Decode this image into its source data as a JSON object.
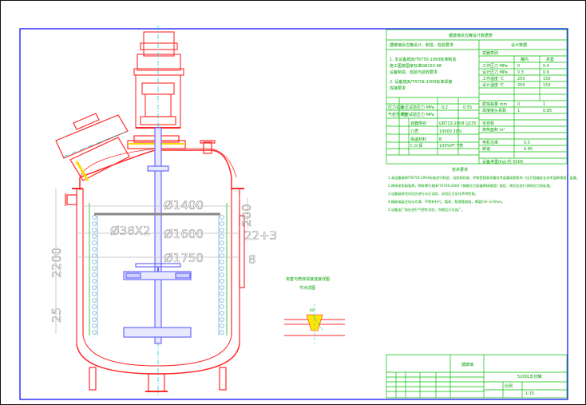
{
  "colors": {
    "frame": "#0000ff",
    "vessel": "#ff2a2a",
    "centerline": "#00cccc",
    "dimension": "#ffffff",
    "table_line": "#00bf00",
    "table_text": "#00a000",
    "agitator": "#6b6bff",
    "coil": "#6fa8dc"
  },
  "drawing": {
    "dimensions": {
      "d1400": "Ø1400",
      "d1600": "Ø1600",
      "d1750": "Ø1750",
      "d38x2": "Ø38X2",
      "h200": "200",
      "gap": "22+3",
      "wall": "8",
      "h2200": "2200",
      "h25": "25"
    },
    "detail_caption": "夹套与筒体焊接连接详图",
    "detail_label": "节点详图"
  },
  "table": {
    "title": "搪玻璃反应罐设计数据表",
    "spec_line": "搪玻璃反应罐设计、制造、检验要求",
    "spec_items": [
      "1. 本设备按JB/T6750-1993标准制造",
      "   施工图按国家标准GB150-98",
      "   设备制造、检验与验收要求",
      "2. 设备按JB/T4709-2000标准焊接",
      "   焊接要求"
    ],
    "design_data_header": "设计数据",
    "col_headers": [
      "容器类别",
      "罐内",
      "夹套"
    ],
    "rows": [
      {
        "label": "工作压力  MPa",
        "a": "0",
        "b": "0.4"
      },
      {
        "label": "设计压力  MPa",
        "a": "0.3",
        "b": "0.6"
      },
      {
        "label": "工作温度  ℃",
        "a": "250",
        "b": "150"
      },
      {
        "label": "设计温度  ℃",
        "a": "250",
        "b": "150"
      },
      {
        "label": "腐蚀裕量  mm",
        "a": "0",
        "b": "1"
      },
      {
        "label": "焊接接头系数",
        "a": "1",
        "b": "0.85"
      }
    ],
    "left_rows": [
      {
        "label": "压力试验",
        "value": "水压试验压力  MPa",
        "a": "0.2",
        "b": "0.55"
      },
      {
        "label": "气密性试验",
        "value": "气密试验压力  MPa",
        "a": "",
        "b": ""
      }
    ],
    "material_rows": [
      {
        "k": "容器类别",
        "v": "GB713-2008  Q235"
      },
      {
        "k": "介质",
        "v": "10000     20%"
      },
      {
        "k": "保温材料",
        "v": "B"
      },
      {
        "k": "C.O.保",
        "v": "100%PT  T类"
      }
    ],
    "right_extra": [
      {
        "k": "全容积",
        "v": ""
      },
      {
        "k": "换热面积 m²",
        "v": ""
      },
      {
        "k": "电机功率",
        "v": "5.5"
      },
      {
        "k": "转速",
        "v": "0.85"
      }
    ],
    "net_weight": "设备净重(kg):约 5000",
    "notes_title": "技术要求",
    "notes": [
      "1.本设备按JB/T6750-1993标准进行制造、试验和验收，并接受国家质量技术监督局颁发的《压力容器安全技术监察规程》监督。",
      "2.焊接采用电弧焊，焊条牌号按JB/T4709-2000《钢制压力容器焊接规程》规定，焊后应进行消除应力热处理。",
      "3.设备组装完毕后应进行水压试验，试验压力见技术特性表。",
      "4.搪玻璃层应均匀光滑，不得有针孔、裂纹、脱落等缺陷，厚度0.8~2.0mm。",
      "5.设备出厂前应进行气密性试验，合格后方可出厂。"
    ]
  },
  "title_block": {
    "company": "搪玻璃",
    "drawing_name": "5200L反应罐",
    "scale_label": "比例",
    "scale": "1:15"
  }
}
